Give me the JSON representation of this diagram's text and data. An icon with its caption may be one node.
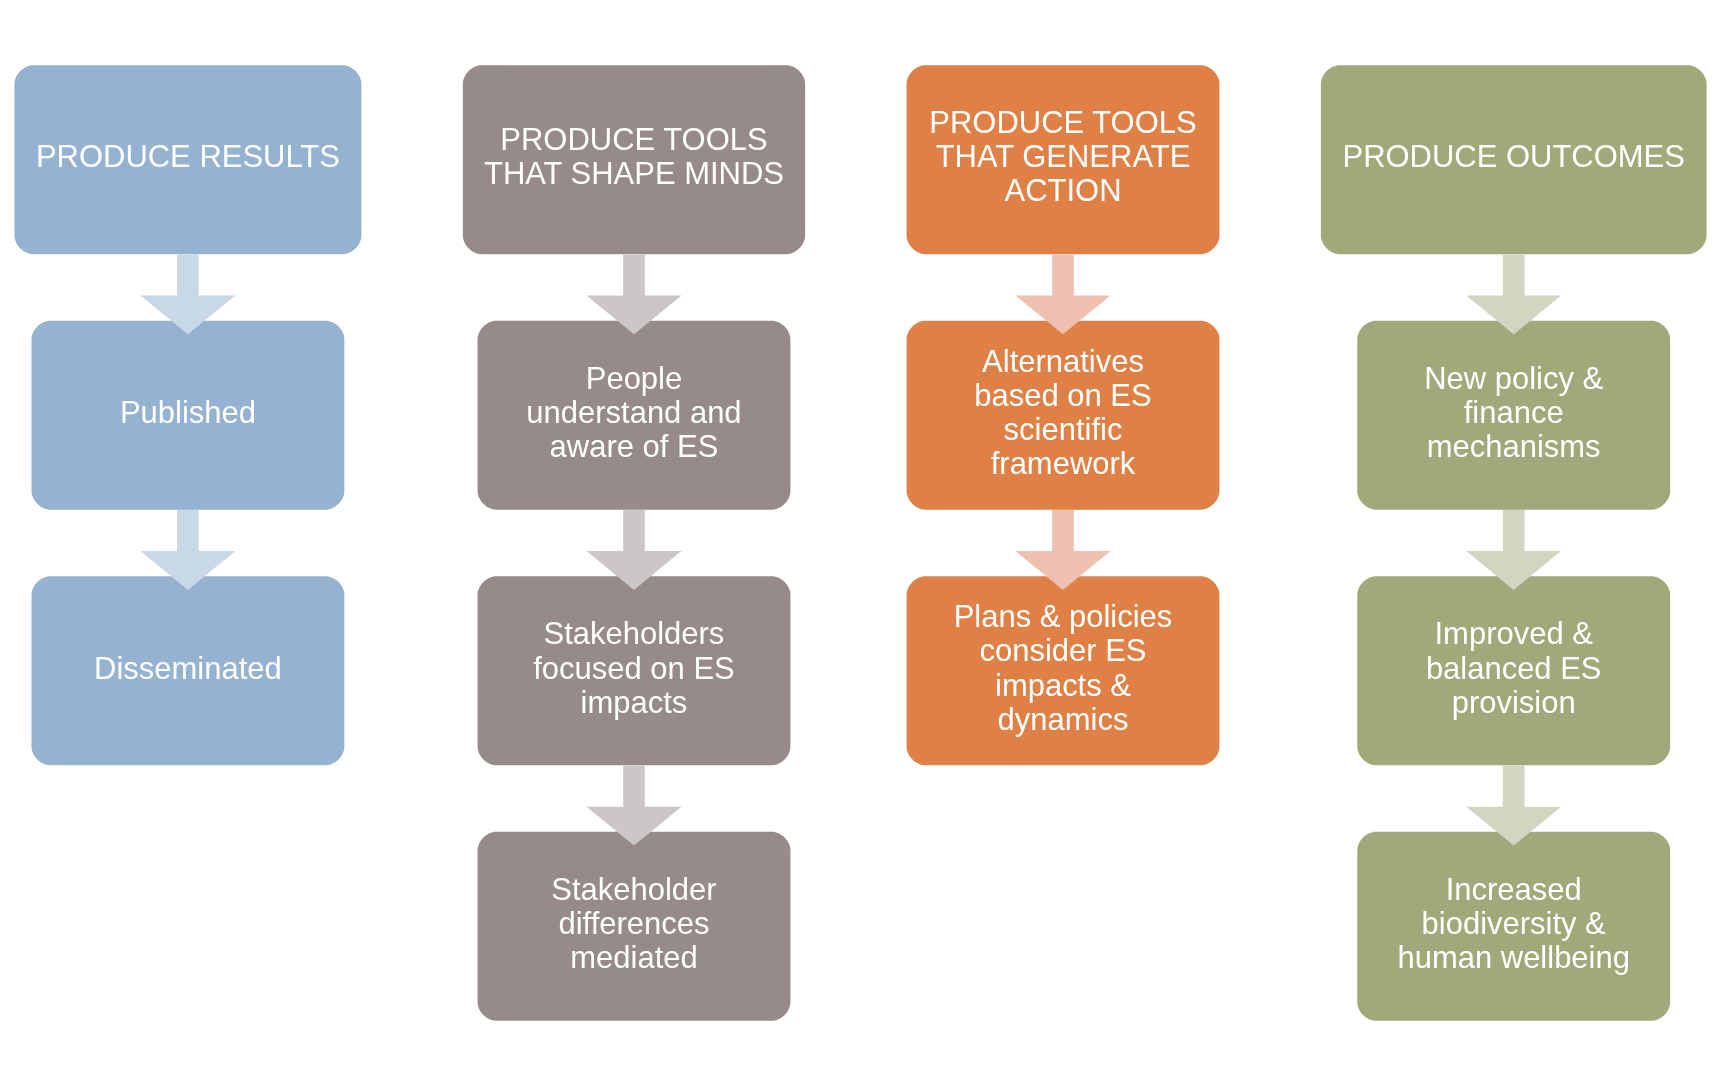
{
  "diagram": {
    "nodes": [
      {
        "text": [
          "PRODUCE RESULTS"
        ]
      },
      {
        "text": [
          "Published"
        ]
      },
      {
        "text": [
          "Disseminated"
        ]
      },
      {
        "text": [
          "PRODUCE TOOLS THAT SHAPE MINDS"
        ]
      },
      {
        "text": [
          "People understand and aware of ES"
        ]
      },
      {
        "text": [
          "Stakeholders focused on ES impacts"
        ]
      },
      {
        "text": [
          "Stakeholder differences mediated"
        ]
      },
      {
        "text": [
          "PRODUCE TOOLS THAT GENERATE ACTION"
        ]
      },
      {
        "text": [
          "Alternatives based on ES scientific framework"
        ]
      },
      {
        "text": [
          "Plans & policies consider ES impacts & dynamics"
        ]
      },
      {
        "text": [
          "PRODUCE OUTCOMES"
        ]
      },
      {
        "text": [
          "New policy & finance mechanisms"
        ]
      },
      {
        "text": [
          "Improved & balanced ES provision"
        ]
      },
      {
        "text": [
          "Increased biodiversity & human wellbeing"
        ]
      }
    ],
    "edges": [
      {
        "from": 0,
        "to": 1,
        "arrow": "to",
        "color": "#c9d8e7"
      },
      {
        "from": 1,
        "to": 2,
        "arrow": "to",
        "color": "#c9d8e7"
      },
      {
        "from": 3,
        "to": 4,
        "arrow": "to",
        "color": "#cbc7c6"
      },
      {
        "from": 4,
        "to": 5,
        "arrow": "to",
        "color": "#cbc7c6"
      },
      {
        "from": 5,
        "to": 6,
        "arrow": "to",
        "color": "#cbc7c6"
      },
      {
        "from": 7,
        "to": 8,
        "arrow": "to",
        "color": "#edc0b0"
      },
      {
        "from": 8,
        "to": 9,
        "arrow": "to",
        "color": "#edc0b0"
      },
      {
        "from": 10,
        "to": 11,
        "arrow": "to",
        "color": "#d2d5c1"
      },
      {
        "from": 11,
        "to": 12,
        "arrow": "to",
        "color": "#d2d5c1"
      },
      {
        "from": 12,
        "to": 13,
        "arrow": "to",
        "color": "#d2d5c1"
      }
    ]
  }
}
